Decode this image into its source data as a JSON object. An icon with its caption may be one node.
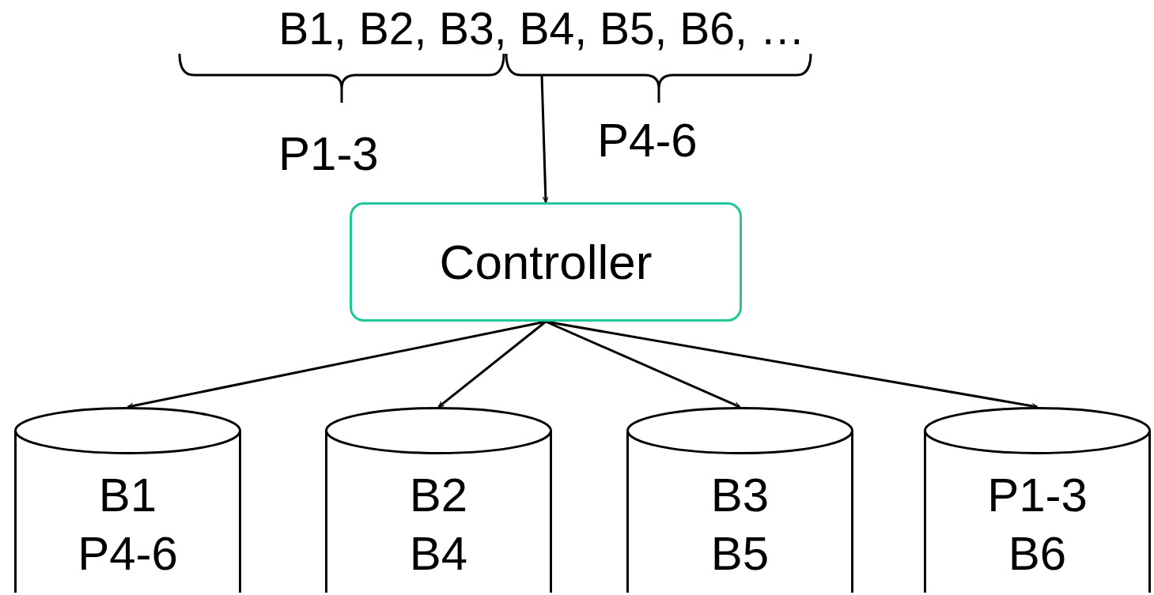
{
  "diagram": {
    "nodes": [
      {
        "text": [
          "B1, B2, B3, B4, B5, B6, …"
        ]
      },
      {
        "text": [
          "Controller"
        ]
      },
      {
        "text": [
          "B1",
          "P4-6"
        ]
      },
      {
        "text": [
          "B2",
          "B4"
        ]
      },
      {
        "text": [
          "B3",
          "B5"
        ]
      },
      {
        "text": [
          "P1-3",
          "B6"
        ]
      }
    ],
    "edges": [
      {
        "from": 0,
        "to": 1,
        "arrow": "to"
      },
      {
        "from": 1,
        "to": 2,
        "arrow": "to"
      },
      {
        "from": 1,
        "to": 3,
        "arrow": "to"
      },
      {
        "from": 1,
        "to": 4,
        "arrow": "to"
      },
      {
        "from": 1,
        "to": 5,
        "arrow": "to"
      }
    ],
    "labels": [
      "P1-3",
      "P4-6"
    ]
  }
}
